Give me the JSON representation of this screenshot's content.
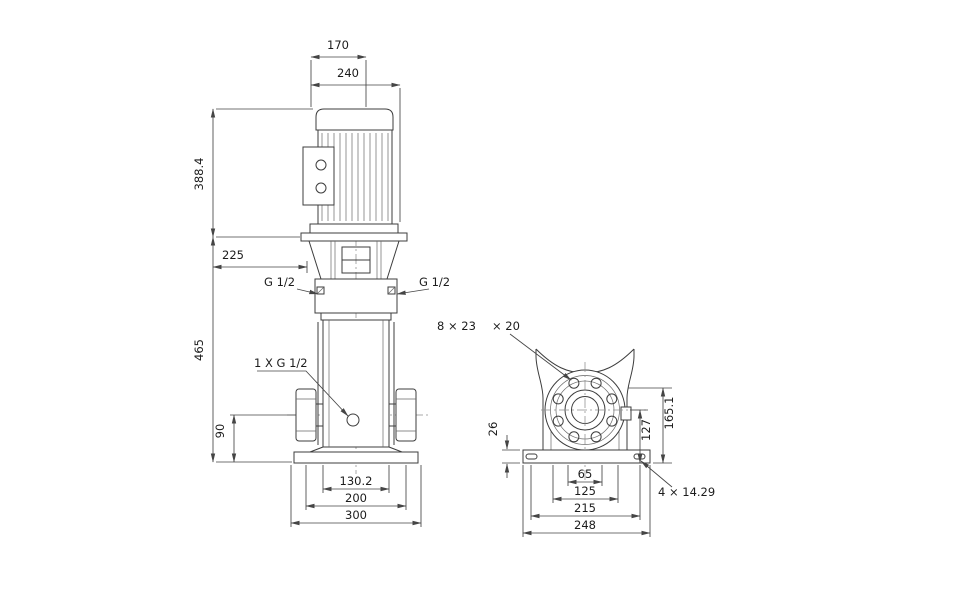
{
  "drawing": {
    "front_view": {
      "labels": {
        "motor_width": "170",
        "motor_depth": "240",
        "motor_height": "388.4",
        "head_offset": "225",
        "pump_height": "465",
        "port_height": "90",
        "port_left": "G 1/2",
        "port_right": "G 1/2",
        "drain_port": "1 X G 1/2",
        "stack_width": "130.2",
        "bolt_span": "200",
        "base_width": "300"
      }
    },
    "end_view": {
      "labels": {
        "flange_holes": "8 × 23",
        "flange_hole_depth": "× 20",
        "base_plate_height": "26",
        "port_center_height": "127",
        "port_top_height": "165.1",
        "slot_span_inner": "65",
        "slot_span_mid": "125",
        "slot_span_outer": "215",
        "base_width": "248",
        "base_holes": "4 × 14.29"
      }
    }
  }
}
